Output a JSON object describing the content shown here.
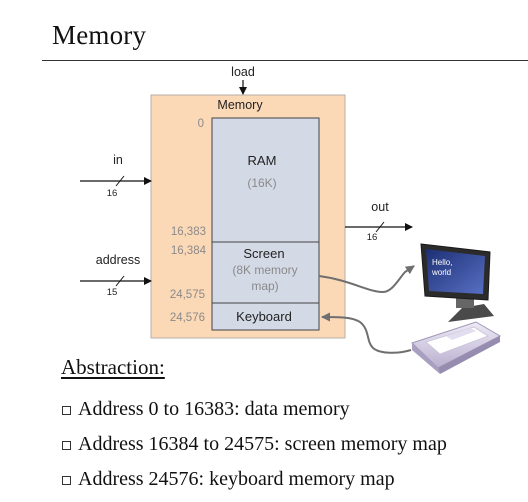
{
  "slide": {
    "title": "Memory"
  },
  "diagram": {
    "load_label": "load",
    "memory_label": "Memory",
    "in_label": "in",
    "in_width": "16",
    "address_label": "address",
    "address_width": "15",
    "out_label": "out",
    "out_width": "16",
    "addr_0": "0",
    "addr_16383": "16,383",
    "addr_16384": "16,384",
    "addr_24575": "24,575",
    "addr_24576": "24,576",
    "ram_label": "RAM",
    "ram_size": "(16K)",
    "screen_label": "Screen",
    "screen_desc_1": "(8K memory",
    "screen_desc_2": "map)",
    "keyboard_label": "Keyboard",
    "monitor_text_1": "Hello,",
    "monitor_text_2": "world",
    "colors": {
      "chip_fill": "#fcd9b6",
      "chip_border": "#b7b0a8",
      "segment_fill": "#d4d9e6",
      "address_text": "#8a8a8a"
    }
  },
  "abstraction": {
    "heading": "Abstraction:",
    "items": [
      "Address 0 to 16383: data memory",
      "Address 16384 to 24575: screen memory map",
      "Address 24576: keyboard memory map"
    ]
  }
}
